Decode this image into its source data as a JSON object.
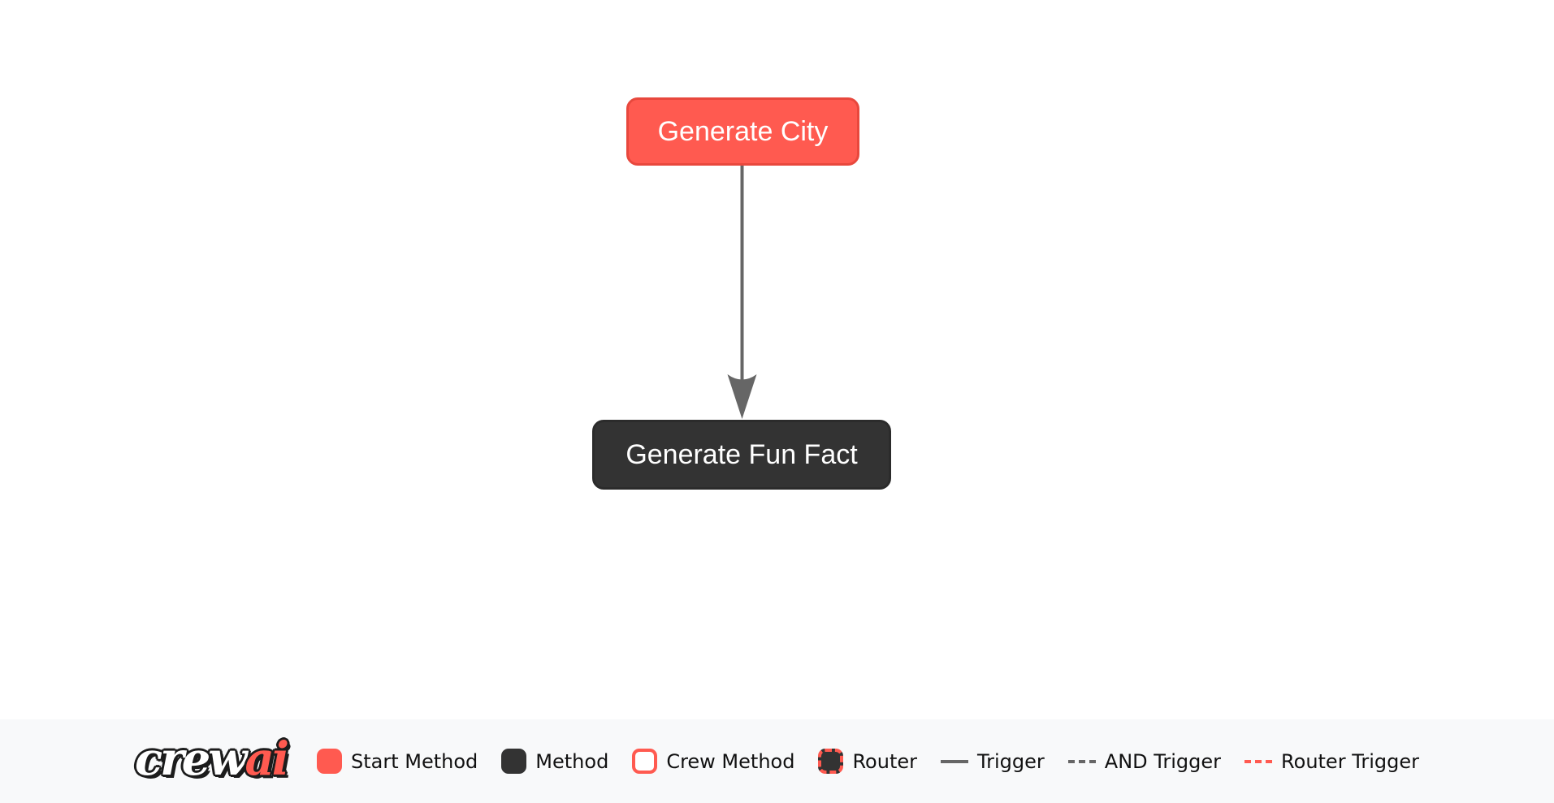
{
  "colors": {
    "accent_red": "#FF5A50",
    "accent_red_border": "#E8483D",
    "dark": "#333333",
    "dark_border": "#2B2B2B",
    "edge_gray": "#666666",
    "legend_bg": "#F8F9FA",
    "legend_text": "#111111",
    "node_text": "#FFFFFF"
  },
  "diagram": {
    "nodes": [
      {
        "label": "Generate City",
        "type": "start-method"
      },
      {
        "label": "Generate Fun Fact",
        "type": "method"
      }
    ],
    "edges": [
      {
        "from": "Generate City",
        "to": "Generate Fun Fact",
        "type": "trigger"
      }
    ]
  },
  "legend": {
    "logo": {
      "part1": "crew",
      "part2": "ai"
    },
    "items": [
      {
        "label": "Start Method",
        "swatch": "start-method"
      },
      {
        "label": "Method",
        "swatch": "method"
      },
      {
        "label": "Crew Method",
        "swatch": "crew-method"
      },
      {
        "label": "Router",
        "swatch": "router"
      },
      {
        "label": "Trigger",
        "swatch": "trigger-line"
      },
      {
        "label": "AND Trigger",
        "swatch": "and-trigger-line"
      },
      {
        "label": "Router Trigger",
        "swatch": "router-trigger-line"
      }
    ]
  }
}
